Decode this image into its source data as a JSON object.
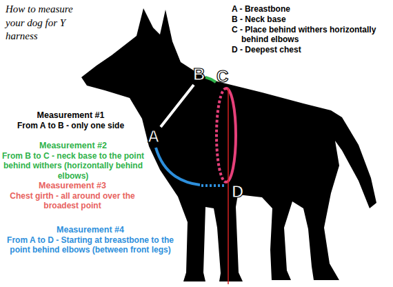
{
  "diagram": {
    "title": "How to measure your dog for Y harness",
    "labels": [
      "A - Breastbone",
      "B - Neck base",
      "C - Place behind withers horizontally behind elbows",
      "D - Deepest chest",
      "B",
      "C",
      "A",
      "D",
      "Measurement #1",
      "From A to B - only one side",
      "Measurement #2",
      "From B to C - neck base to the point behind withers (horizontally behind elbows)",
      "Measurement #3",
      "Chest girth - all around over the broadest point",
      "Measurement #4",
      "From A to D - Starting at breastbone to the point behind elbows (between front legs)"
    ]
  }
}
